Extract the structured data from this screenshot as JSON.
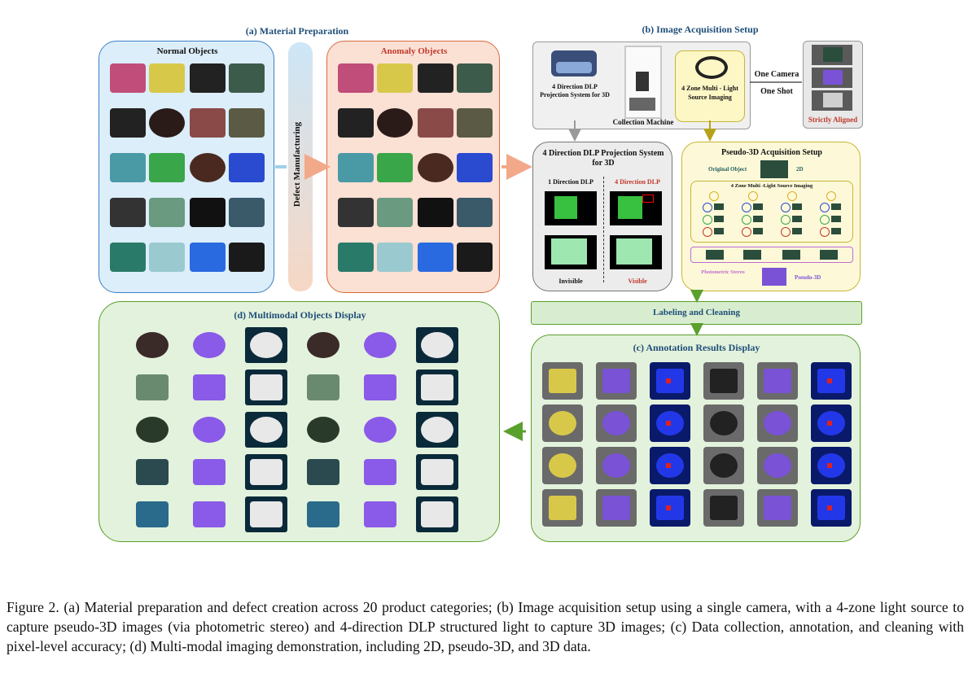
{
  "section_a": {
    "title": "(a) Material Preparation",
    "normal_title": "Normal Objects",
    "defect_label": "Defect Manufacturing",
    "anomaly_title": "Anomaly Objects"
  },
  "section_b": {
    "title": "(b) Image Acquisition Setup",
    "dlp_small": "4 Direction DLP Projection System for 3D",
    "collection_machine": "Collection Machine",
    "light_small": "4 Zone Multi - Light Source Imaging",
    "one_camera": "One Camera",
    "one_shot": "One Shot",
    "strictly_aligned": "Strictly Aligned",
    "dlp_box_title": "4 Direction DLP Projection System for 3D",
    "dlp_1": "1 Direction DLP",
    "dlp_4": "4 Direction DLP",
    "invisible": "Invisible",
    "visible": "Visible",
    "pseudo_title": "Pseudo-3D Acquisition Setup",
    "original_object": "Original Object",
    "label_2d": "2D",
    "zone_title": "4 Zone Multi -Light Source Imaging",
    "photometric": "Photometric Stereo",
    "pseudo3d": "Pseudo-3D"
  },
  "labeling": "Labeling and Cleaning",
  "section_c": {
    "title": "(c) Annotation Results Display"
  },
  "section_d": {
    "title": "(d) Multimodal Objects Display"
  },
  "caption": "Figure 2. (a) Material preparation and defect creation across 20 product categories; (b) Image acquisition setup using a single camera, with a 4-zone light source to capture pseudo-3D images (via photometric stereo) and 4-direction DLP structured light to capture 3D images; (c) Data collection, annotation, and cleaning with pixel-level accuracy; (d) Multi-modal imaging demonstration, including 2D, pseudo-3D, and 3D data.",
  "colors": {
    "title_blue": "#1f4e79",
    "anomaly_red": "#c0392b",
    "panel_a_normal": "#dceefa",
    "panel_a_anomaly": "#fbe0d4",
    "panel_pseudo": "#fdf9d8",
    "panel_green": "#e3f2dc",
    "arrow_green": "#5aa02c",
    "arrow_orange": "#f2a98a"
  }
}
